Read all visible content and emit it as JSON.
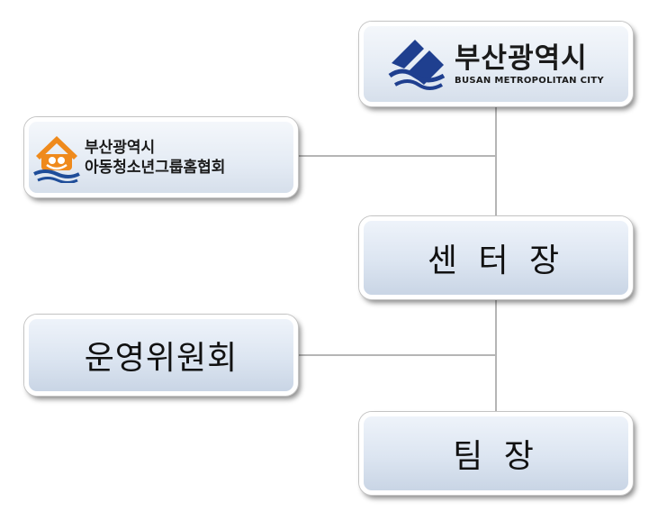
{
  "nodes": {
    "busan_city": {
      "name_kr": "부산광역시",
      "name_en": "BUSAN METROPOLITAN CITY",
      "logo_color": "#1f3f8f"
    },
    "association": {
      "line1": "부산광역시",
      "line2": "아동청소년그룹홈협회",
      "logo_orange": "#ef8a1c",
      "logo_blue": "#1f4d99"
    },
    "center_head": {
      "label": "센 터 장"
    },
    "committee": {
      "label": "운영위원회"
    },
    "team_lead": {
      "label": "팀 장"
    }
  },
  "edges": [
    {
      "from": "busan_city",
      "to": "center_head"
    },
    {
      "from": "association",
      "to": "center_head"
    },
    {
      "from": "center_head",
      "to": "team_lead"
    },
    {
      "from": "committee",
      "to": "team_lead"
    }
  ],
  "colors": {
    "box_gradient_top": "#eef3fa",
    "box_gradient_bottom": "#c9d5e5",
    "connector": "#b5b5b5"
  }
}
